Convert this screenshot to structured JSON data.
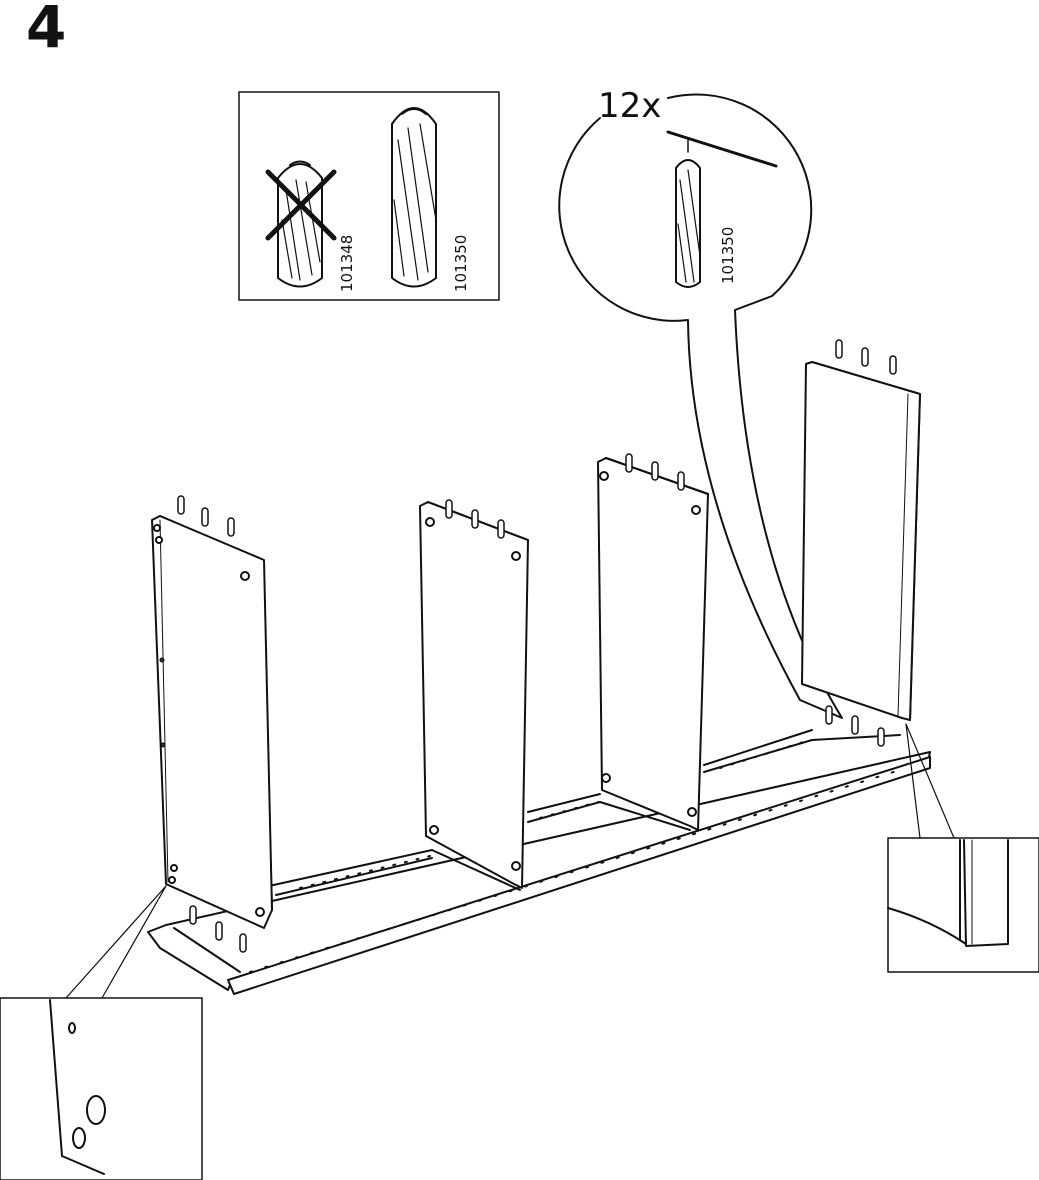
{
  "step": {
    "number": "4"
  },
  "dowel_comparison": {
    "wrong_part": "101348",
    "right_part": "101350"
  },
  "callout": {
    "quantity": "12x",
    "part": "101350"
  }
}
